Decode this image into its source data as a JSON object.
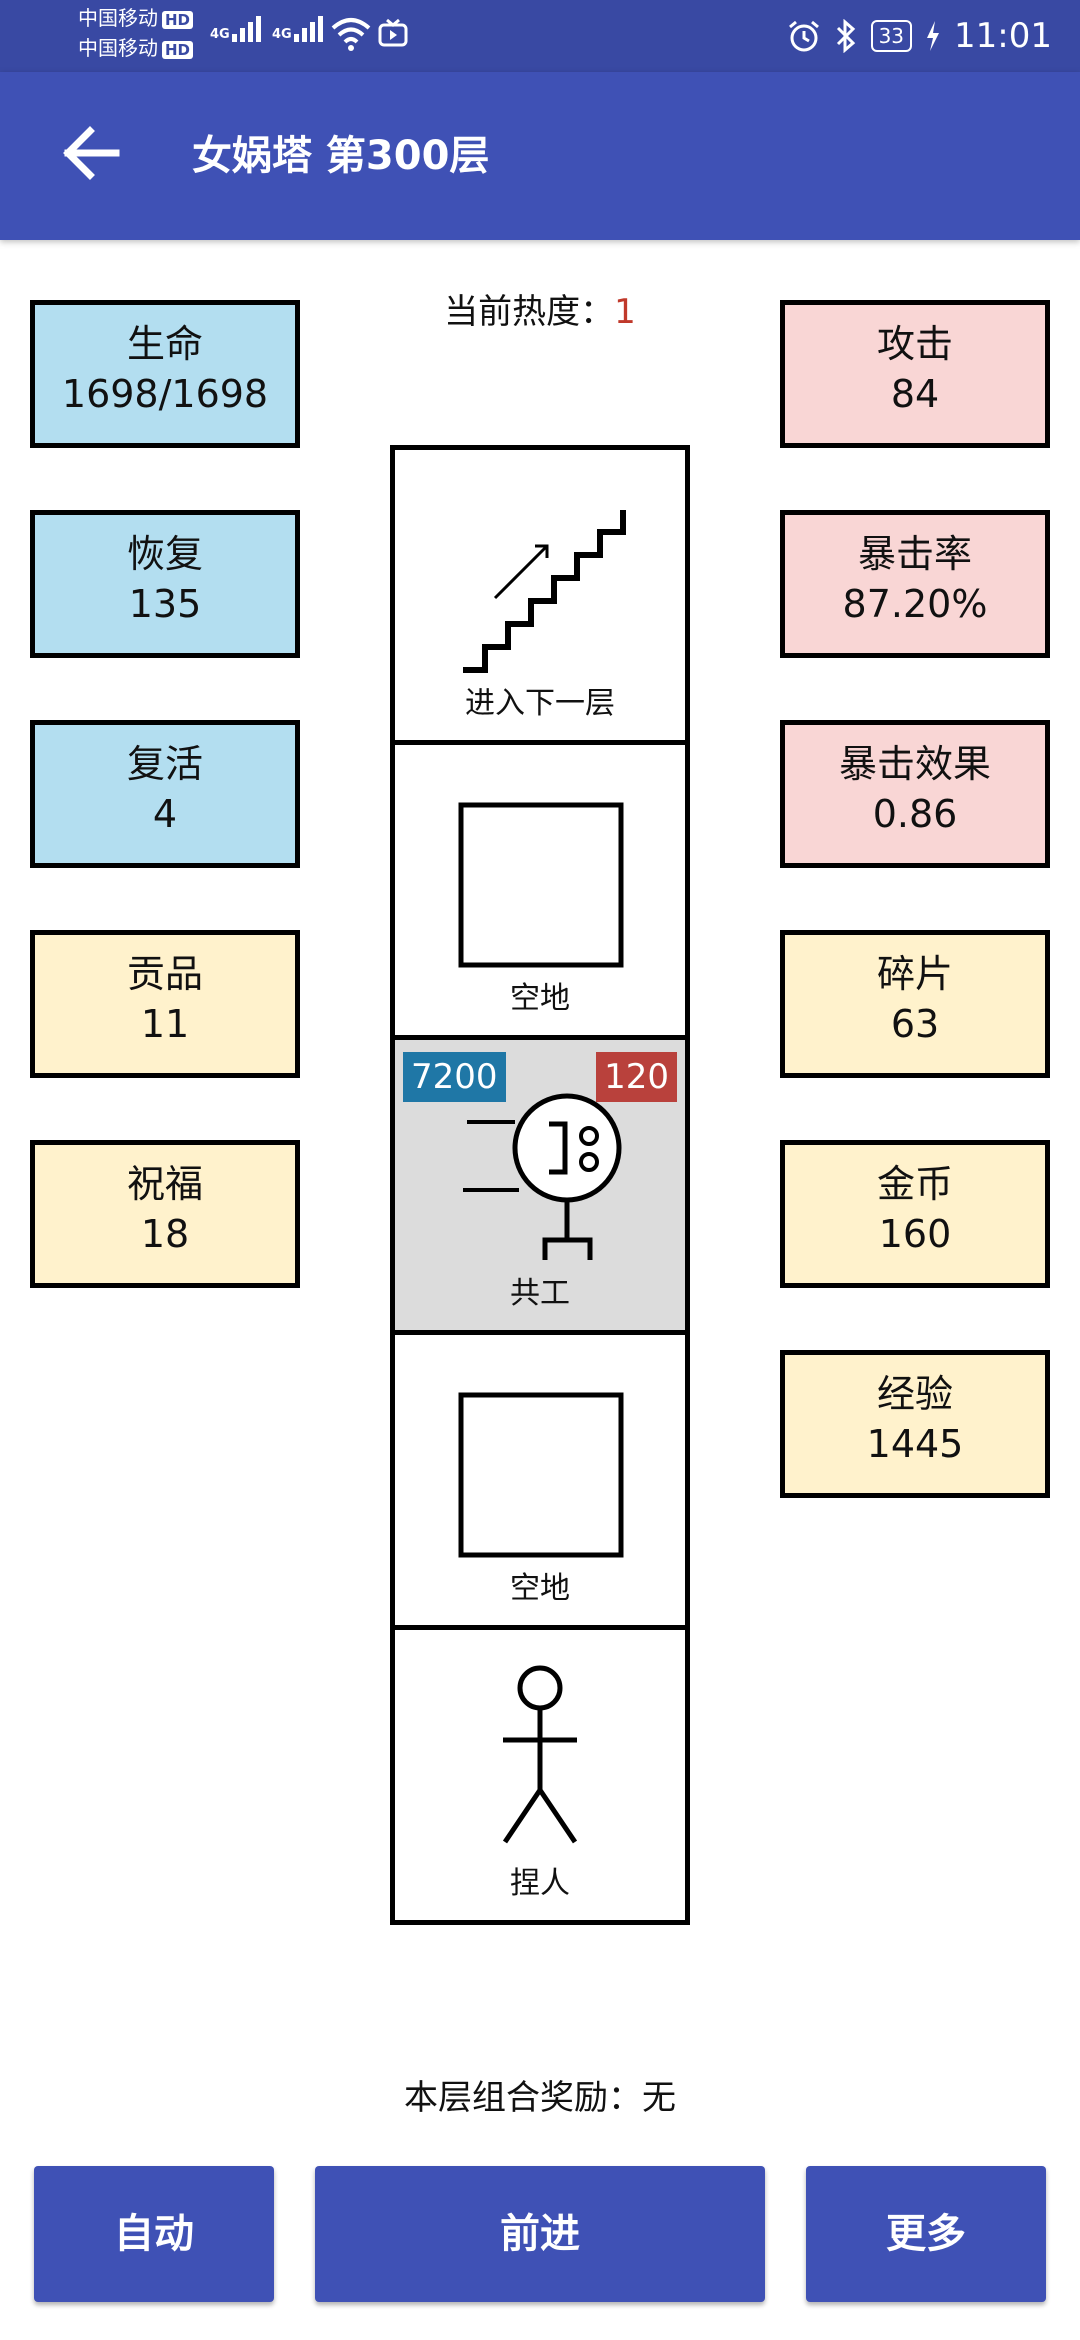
{
  "status_bar": {
    "carrier1": "中国移动",
    "carrier2": "中国移动",
    "hd": "HD",
    "net1": "4G",
    "net2": "4G",
    "battery": "33",
    "time": "11:01"
  },
  "app_bar": {
    "title": "女娲塔 第300层"
  },
  "heat": {
    "label": "当前热度：",
    "value": "1"
  },
  "left_stats": [
    {
      "label": "生命",
      "value": "1698/1698",
      "color": "#b3def0"
    },
    {
      "label": "恢复",
      "value": "135",
      "color": "#b3def0"
    },
    {
      "label": "复活",
      "value": "4",
      "color": "#b3def0"
    },
    {
      "label": "贡品",
      "value": "11",
      "color": "#fff2cc"
    },
    {
      "label": "祝福",
      "value": "18",
      "color": "#fff2cc"
    }
  ],
  "right_stats": [
    {
      "label": "攻击",
      "value": "84",
      "color": "#f9d6d5"
    },
    {
      "label": "暴击率",
      "value": "87.20%",
      "color": "#f9d6d5"
    },
    {
      "label": "暴击效果",
      "value": "0.86",
      "color": "#f9d6d5"
    },
    {
      "label": "碎片",
      "value": "63",
      "color": "#fff2cc"
    },
    {
      "label": "金币",
      "value": "160",
      "color": "#fff2cc"
    },
    {
      "label": "经验",
      "value": "1445",
      "color": "#fff2cc"
    }
  ],
  "cells": [
    {
      "label": "进入下一层",
      "icon": "stairs-up-icon"
    },
    {
      "label": "空地",
      "icon": "empty-square-icon"
    },
    {
      "label": "共工",
      "icon": "monster-icon",
      "hp": "7200",
      "atk": "120"
    },
    {
      "label": "空地",
      "icon": "empty-square-icon"
    },
    {
      "label": "捏人",
      "icon": "stick-figure-icon"
    }
  ],
  "reward": {
    "text": "本层组合奖励：无"
  },
  "buttons": {
    "auto": "自动",
    "forward": "前进",
    "more": "更多"
  },
  "colors": {
    "status_bar": "#3949a3",
    "app_bar": "#3f51b5",
    "hp_badge": "#1f77a6",
    "atk_badge": "#b9413c",
    "heat_value": "#c0392b"
  }
}
